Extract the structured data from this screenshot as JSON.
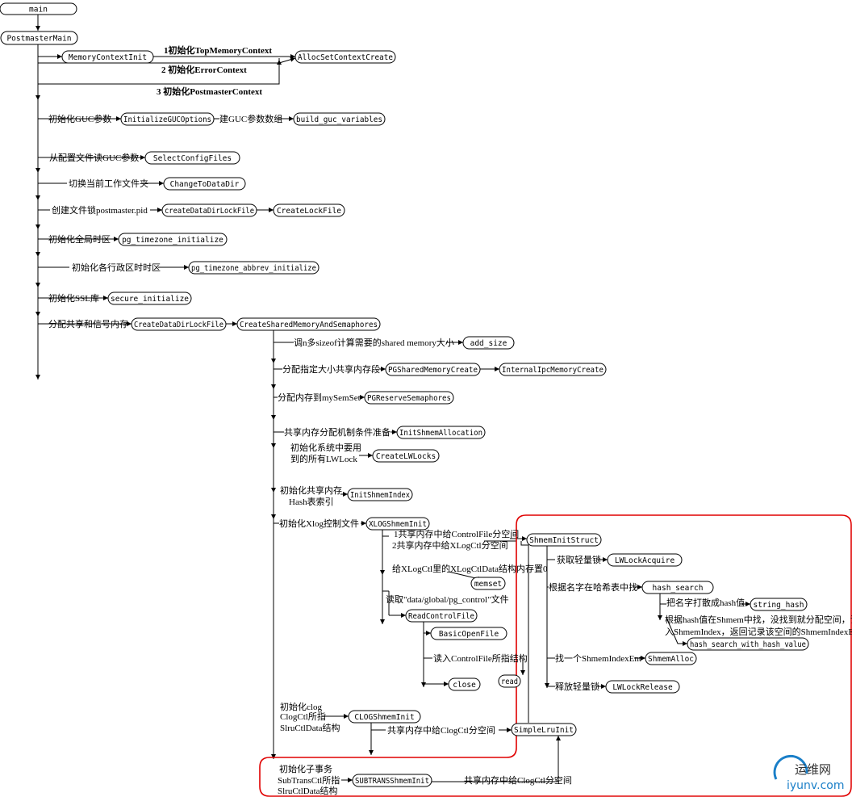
{
  "nodes": {
    "main": "main",
    "postmaster_main": "PostmasterMain",
    "memory_context_init": "MemoryContextInit",
    "alloc_set_context_create": "AllocSetContextCreate",
    "initialize_guc_options": "InitializeGUCOptions",
    "build_guc_variables": "build_guc_variables",
    "select_config_files": "SelectConfigFiles",
    "change_to_data_dir": "ChangeToDataDir",
    "create_data_dir_lock_file": "createDataDirLockFile",
    "create_lock_file": "CreateLockFile",
    "pg_timezone_initialize": "pg_timezone_initialize",
    "pg_timezone_abbrev_initialize": "pg_timezone_abbrev_initialize",
    "secure_initialize": "secure_initialize",
    "create_data_dir_lock_file_2": "CreateDataDirLockFile",
    "create_shared_memory_and_semaphores": "CreateSharedMemoryAndSemaphores",
    "add_size": "add_size",
    "pg_shared_memory_create": "PGSharedMemoryCreate",
    "internal_ipc_memory_create": "InternalIpcMemoryCreate",
    "pg_reserve_semaphores": "PGReserveSemaphores",
    "init_shmem_allocation": "InitShmemAllocation",
    "create_lwlocks": "CreateLWLocks",
    "init_shmem_index": "InitShmemIndex",
    "xlog_shmem_init": "XLOGShmemInit",
    "memset": "memset",
    "read_control_file": "ReadControlFile",
    "basic_open_file": "BasicOpenFile",
    "close": "close",
    "read": "read",
    "shmem_init_struct": "ShmemInitStruct",
    "lwlock_acquire": "LWLockAcquire",
    "hash_search": "hash_search",
    "string_hash": "string_hash",
    "hash_search_with_hash_value": "hash_search_with_hash_value",
    "shmem_alloc": "ShmemAlloc",
    "lwlock_release": "LWLockRelease",
    "clog_shmem_init": "CLOGShmemInit",
    "simple_lru_init": "SimpleLruInit",
    "subtrans_shmem_init": "SUBTRANSShmemInit"
  },
  "labels": {
    "init_top_memory_context": "1初始化TopMemoryContext",
    "init_error_context": "2 初始化ErrorContext",
    "init_postmaster_context": "3 初始化PostmasterContext",
    "init_guc": "初始化GUC参数",
    "build_guc_array": "建GUC参数数组",
    "read_guc_from_config": "从配置文件读GUC参数",
    "switch_work_dir": "切换当前工作文件夹",
    "create_lock_file": "创建文件锁postmaster.pid",
    "init_timezone": "初始化全局时区",
    "init_tz_abbrev": "初始化各行政区时时区",
    "init_ssl": "初始化SSL库",
    "alloc_shm_sem": "分配共享和信号内存",
    "calc_shm_size": "调n多sizeof计算需要的shared memory大小",
    "alloc_shm_segment": "分配指定大小共享内存段",
    "alloc_mysemset": "分配内存到mySemSet",
    "shm_alloc_prepare": "共享内存分配机制条件准备",
    "init_lwlocks_1": "初始化系统中要用",
    "init_lwlocks_2": "到的所有LWLock",
    "init_shmem_index_1": "初始化共享内存",
    "init_shmem_index_2": "Hash表索引",
    "init_xlog_control": "初始化Xlog控制文件",
    "alloc_controlfile": "1共享内存中给ControlFile分空间",
    "alloc_xlogctl": "2共享内存中给XLogCtl分空间",
    "zero_xlogctl": "给XLogCtl里的XLogCtlData结构内存置0",
    "read_pg_control": "读取\"data/global/pg_control\"文件",
    "read_controlfile_struct": "读入ControlFile所指结构",
    "acquire_light_lock": "获取轻量锁",
    "lookup_hash_table": "根据名字在哈希表中找",
    "hash_name": "把名字打散成hash值",
    "hash_find_1": "根据hash值在Shmem中找，没找到就分配空间，记",
    "hash_find_2": "入ShmemIndex，返回记录该空间的ShmemIndexEnt",
    "find_shmem_index_ent": "找一个ShmemIndexEnt",
    "release_light_lock": "释放轻量锁",
    "init_clog_1": "初始化clog",
    "init_clog_2": "ClogCtl所指",
    "init_clog_3": "SlruCtlData结构",
    "alloc_clogctl": "共享内存中给ClogCtl分空间",
    "init_subtrans_1": "初始化子事务",
    "init_subtrans_2": "SubTransCtl所指",
    "init_subtrans_3": "SlruCtlData结构",
    "alloc_clogctl_2": "共享内存中给ClogCtl分空间"
  },
  "watermark": {
    "name": "运维网",
    "url": "iyunv.com"
  },
  "colors": {
    "highlight": "#e00000",
    "watermark_accent": "#1a7fc8"
  }
}
